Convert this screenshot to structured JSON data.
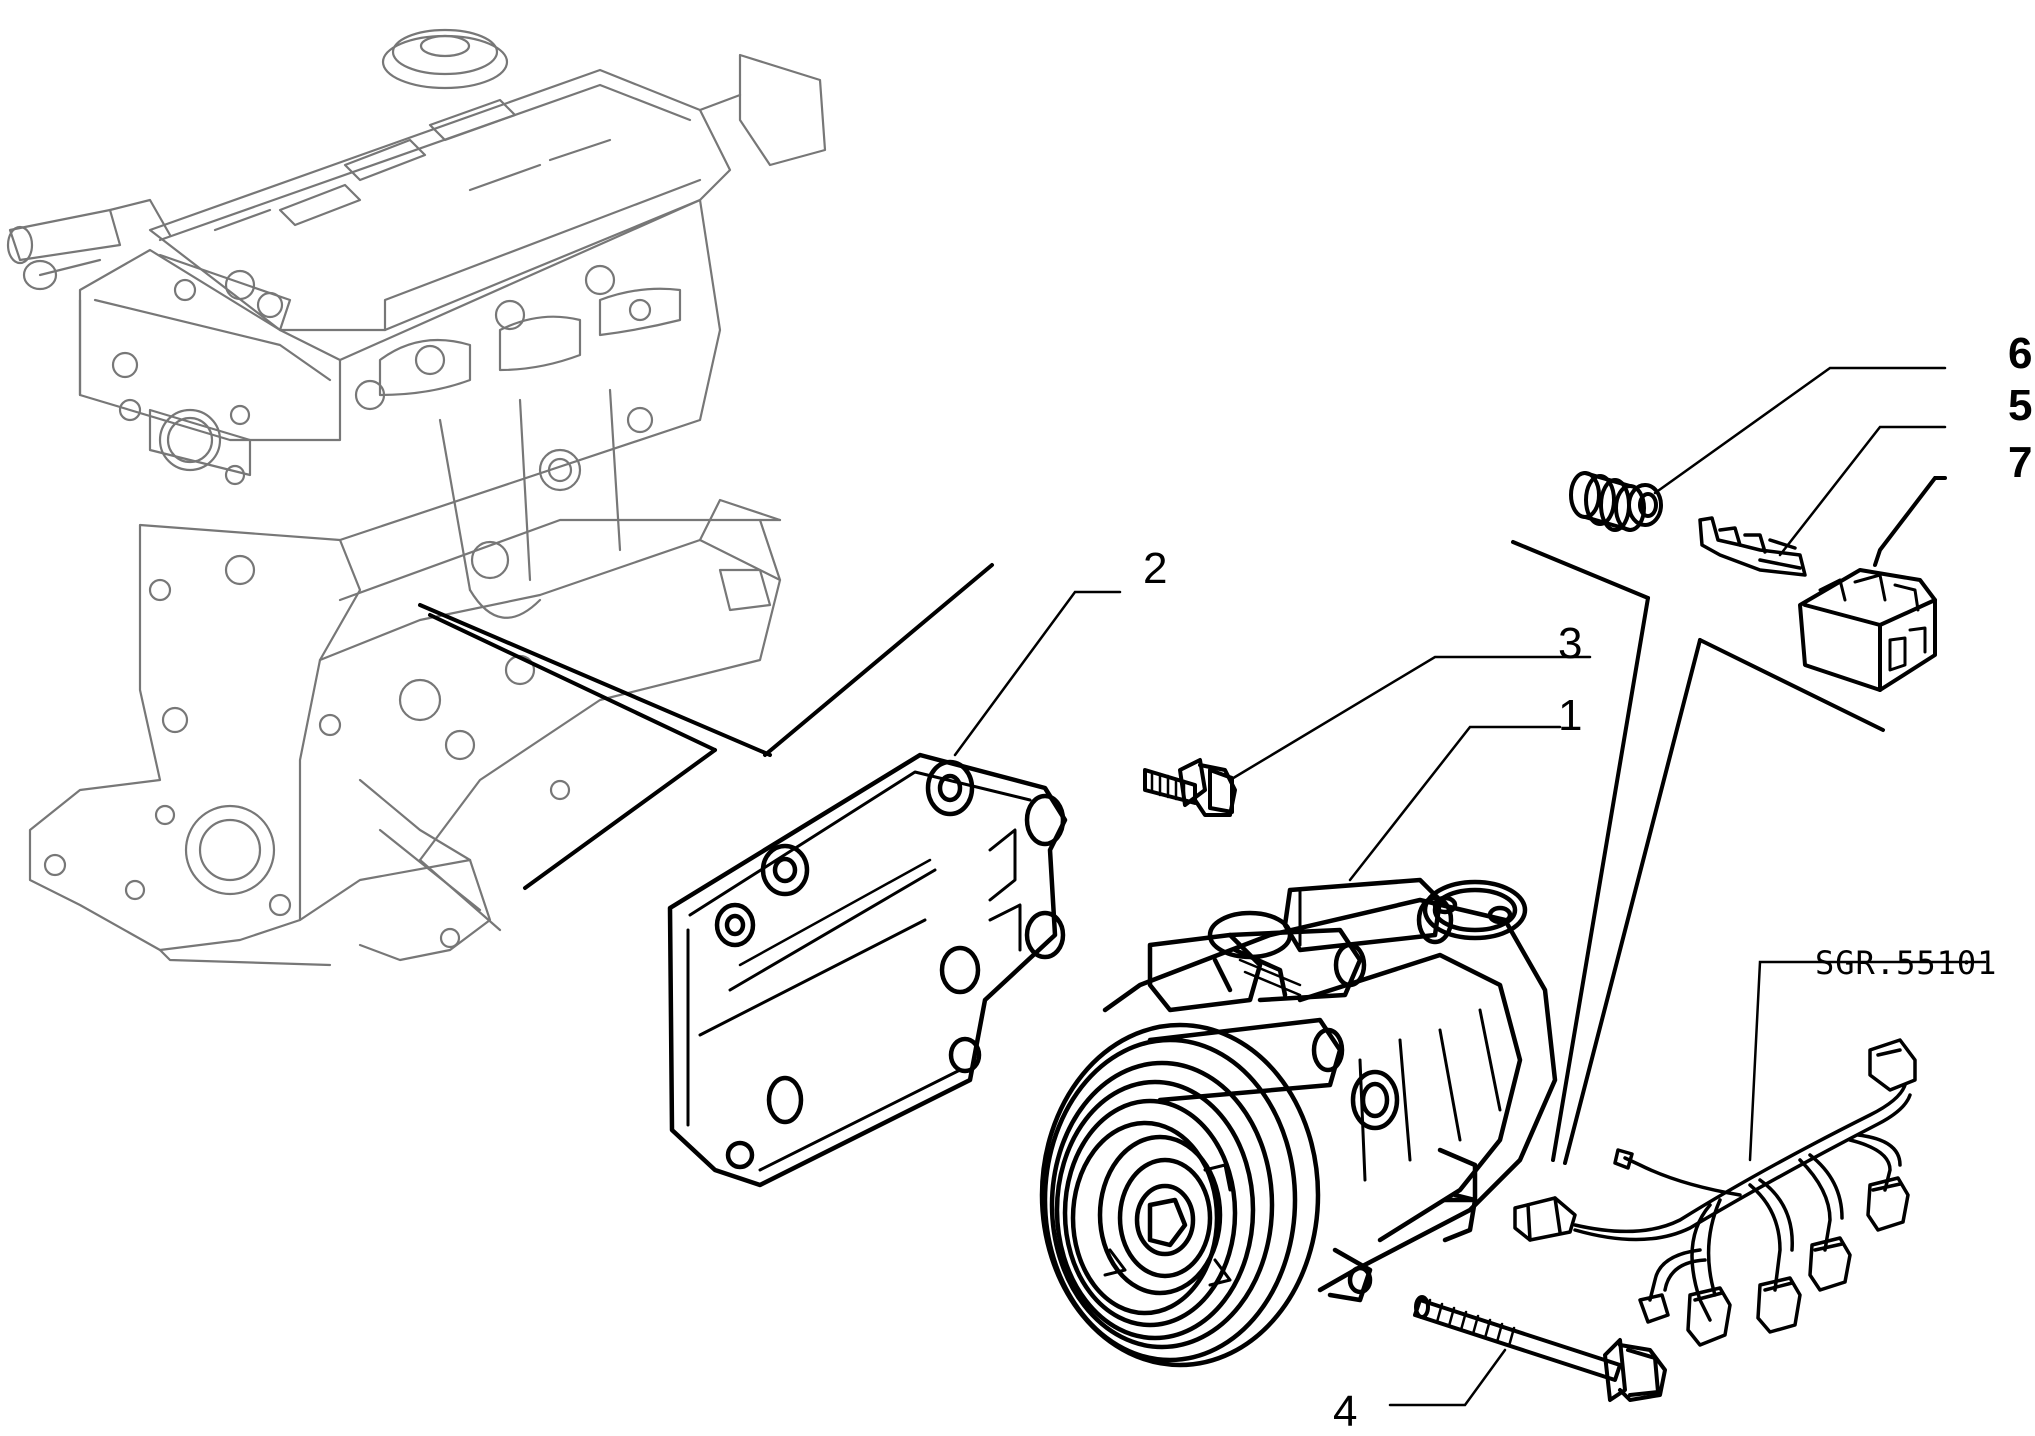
{
  "diagram": {
    "drawing_code": "SGR.55101",
    "callouts": [
      {
        "id": "1",
        "text": "1"
      },
      {
        "id": "2",
        "text": "2"
      },
      {
        "id": "3",
        "text": "3"
      },
      {
        "id": "4",
        "text": "4"
      },
      {
        "id": "5",
        "text": "5"
      },
      {
        "id": "6",
        "text": "6"
      },
      {
        "id": "7",
        "text": "7"
      }
    ],
    "colors": {
      "ink": "#000000",
      "ghost": "#777777",
      "background": "#ffffff"
    }
  }
}
